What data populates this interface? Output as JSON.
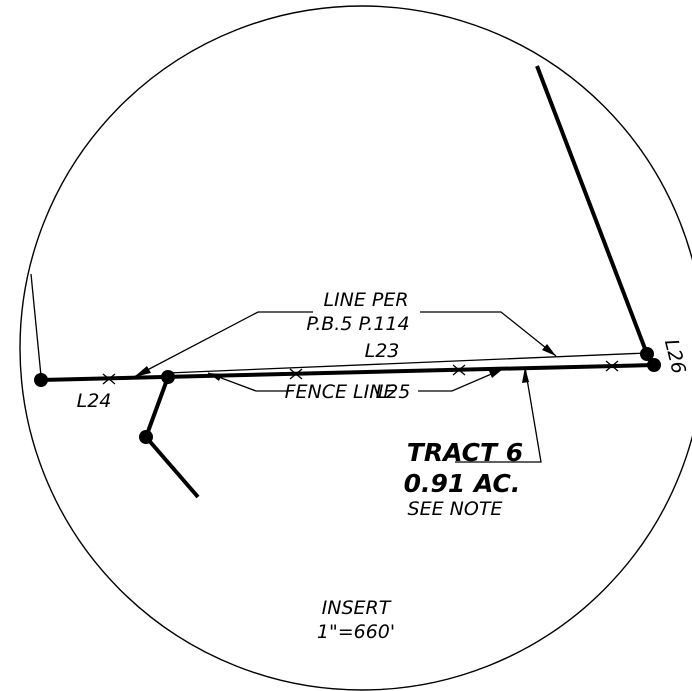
{
  "labels": {
    "line_per_1": "LINE PER",
    "line_per_2": "P.B.5 P.114",
    "l23": "L23",
    "l24": "L24",
    "l25": "L25",
    "l26": "L26",
    "fence_line": "FENCE LINE",
    "tract": "TRACT 6",
    "acreage": "0.91 AC.",
    "see_note": "SEE NOTE",
    "insert": "INSERT",
    "scale": "1\"=660'"
  },
  "colors": {
    "ink": "#000000",
    "background": "#ffffff"
  }
}
